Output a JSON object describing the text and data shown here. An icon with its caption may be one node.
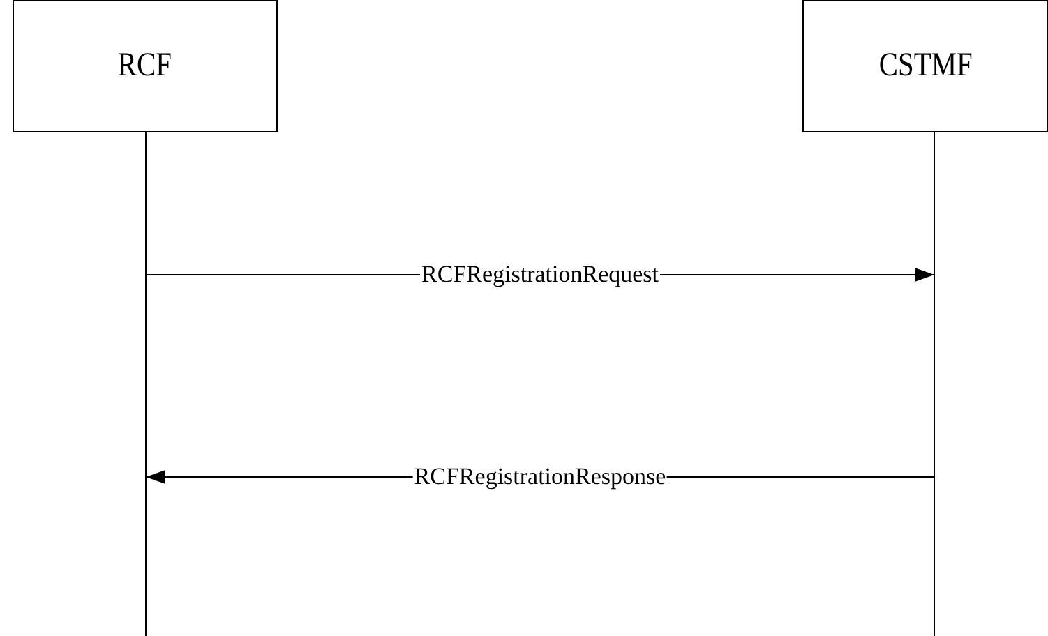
{
  "diagram": {
    "nodes": [
      {
        "text": [
          "RCF"
        ]
      },
      {
        "text": [
          "CSTMF"
        ]
      },
      {
        "text": [],
        "shape": "bar"
      },
      {
        "text": [],
        "shape": "bar"
      }
    ],
    "edges": [
      {
        "from": 0,
        "to": 2,
        "arrow": "none"
      },
      {
        "from": 1,
        "to": 3,
        "arrow": "none"
      },
      {
        "from": 2,
        "to": 3,
        "arrow": "to",
        "label": "RCFRegistrationRequest"
      },
      {
        "from": 3,
        "to": 2,
        "arrow": "to",
        "label": "RCFRegistrationResponse"
      }
    ]
  }
}
